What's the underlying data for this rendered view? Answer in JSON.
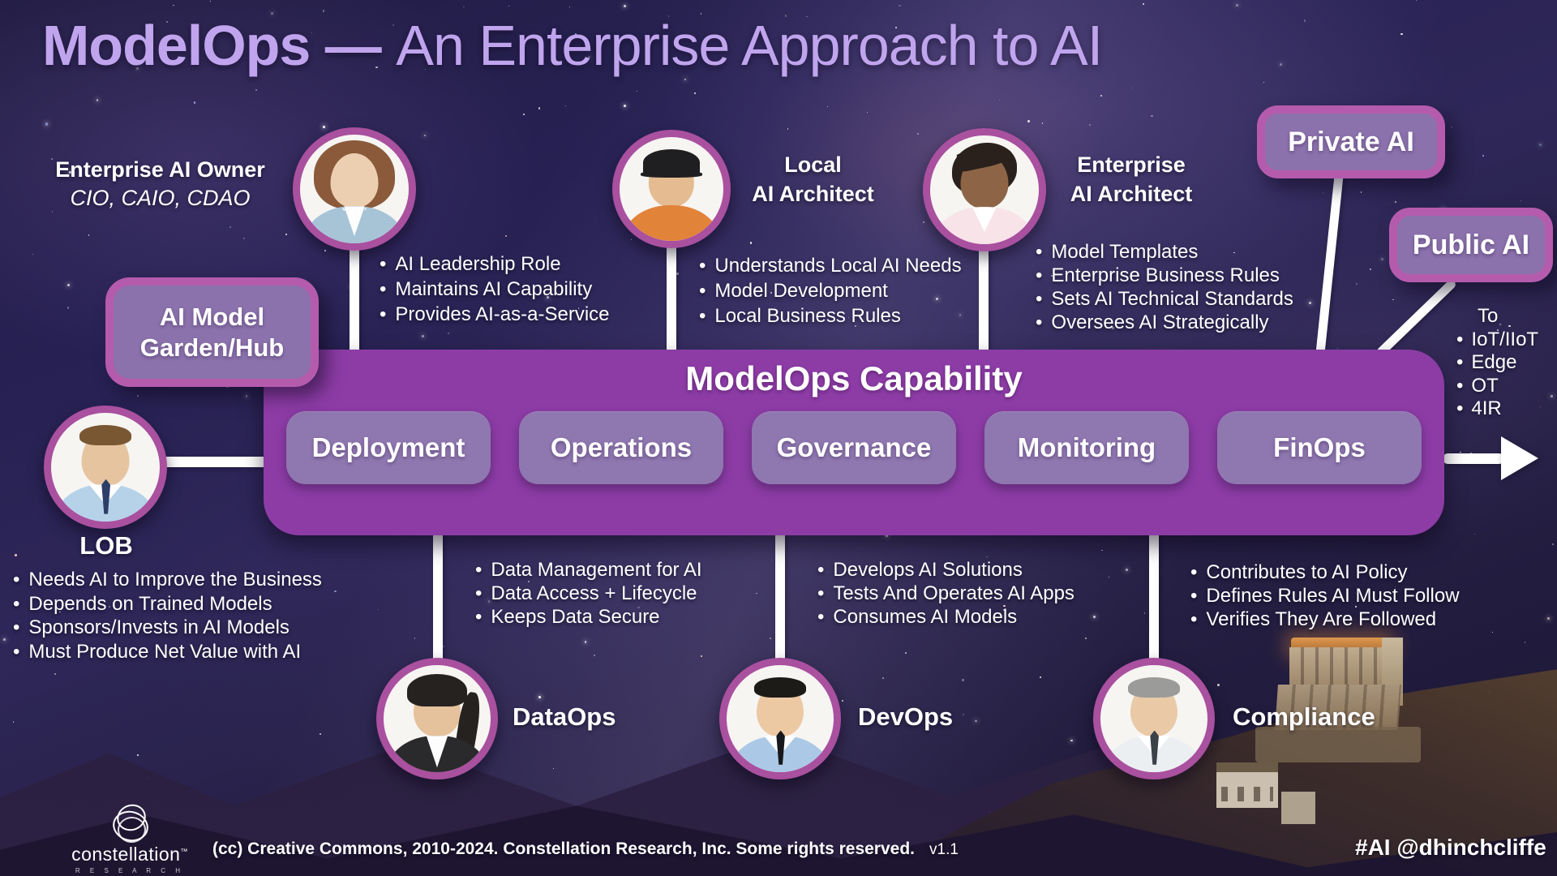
{
  "title": {
    "brand": "ModelOps",
    "dash": " — ",
    "rest": "An Enterprise Approach to AI"
  },
  "colors": {
    "title_text": "#c0a5ee",
    "capability_fill": "#8d3ca6",
    "capability_item_fill": "#8f77b0",
    "pill_fill": "#8b72ac",
    "pill_border": "#b55bad",
    "avatar_ring": "#a9509f",
    "connector": "#ffffff",
    "text": "#ffffff"
  },
  "personas": {
    "enterprise_ai_owner": {
      "name": "Enterprise AI Owner",
      "subtitle": "CIO, CAIO, CDAO",
      "bullets": [
        "AI Leadership Role",
        "Maintains AI Capability",
        "Provides AI-as-a-Service"
      ],
      "avatar": {
        "skin": "#ecCFb0",
        "hair": "#8a5a3b",
        "shirt": "#a7c3d6",
        "accent": "#ffffff"
      }
    },
    "local_ai_architect": {
      "name_lines": [
        "Local",
        "AI Architect"
      ],
      "bullets": [
        "Understands Local AI Needs",
        "Model Development",
        "Local Business Rules"
      ],
      "avatar": {
        "skin": "#e5bb92",
        "hair": "#1f1f22",
        "shirt": "#e2833a",
        "accent": "#1f1f22"
      }
    },
    "enterprise_ai_architect": {
      "name_lines": [
        "Enterprise",
        "AI Architect"
      ],
      "bullets": [
        "Model Templates",
        "Enterprise Business Rules",
        "Sets AI Technical Standards",
        "Oversees AI Strategically"
      ],
      "avatar": {
        "skin": "#8d6546",
        "hair": "#2a211d",
        "shirt": "#f7e3e8",
        "accent": "#ffffff"
      }
    },
    "lob": {
      "name": "LOB",
      "bullets": [
        "Needs AI to Improve the Business",
        "Depends on Trained Models",
        "Sponsors/Invests in AI Models",
        "Must Produce Net Value with AI"
      ],
      "avatar": {
        "skin": "#e7c4a0",
        "hair": "#7a5733",
        "shirt": "#b5d2e8",
        "accent": "#2d3f68"
      }
    },
    "dataops": {
      "name": "DataOps",
      "bullets": [
        "Data Management for AI",
        "Data Access + Lifecycle",
        "Keeps Data Secure"
      ],
      "avatar": {
        "skin": "#e6c29c",
        "hair": "#262220",
        "shirt": "#2a2a2c",
        "accent": "#ffffff"
      }
    },
    "devops": {
      "name": "DevOps",
      "bullets": [
        "Develops AI Solutions",
        "Tests And Operates AI Apps",
        "Consumes AI Models"
      ],
      "avatar": {
        "skin": "#ecc9a3",
        "hair": "#1c1b18",
        "shirt": "#abc9e6",
        "accent": "#17181c"
      }
    },
    "compliance": {
      "name": "Compliance",
      "bullets": [
        "Contributes to AI Policy",
        "Defines Rules AI Must Follow",
        "Verifies They Are Followed"
      ],
      "avatar": {
        "skin": "#e9c9a6",
        "hair": "#9b9b99",
        "shirt": "#eceff2",
        "accent": "#3c4148"
      }
    }
  },
  "pills": {
    "ai_model_garden": {
      "lines": [
        "AI Model",
        "Garden/Hub"
      ]
    },
    "private_ai": {
      "label": "Private AI"
    },
    "public_ai": {
      "label": "Public AI"
    }
  },
  "capability": {
    "title": "ModelOps Capability",
    "items": [
      "Deployment",
      "Operations",
      "Governance",
      "Monitoring",
      "FinOps"
    ]
  },
  "to_list": {
    "heading": "To",
    "items": [
      "IoT/IIoT",
      "Edge",
      "OT",
      "4IR"
    ]
  },
  "footer": {
    "logo_text": "constellation",
    "logo_tm": "™",
    "logo_sub": "R E S E A R C H",
    "license": "(cc) Creative Commons, 2010-2024. Constellation Research, Inc. Some rights reserved.",
    "version": "v1.1",
    "social": "#AI @dhinchcliffe"
  }
}
